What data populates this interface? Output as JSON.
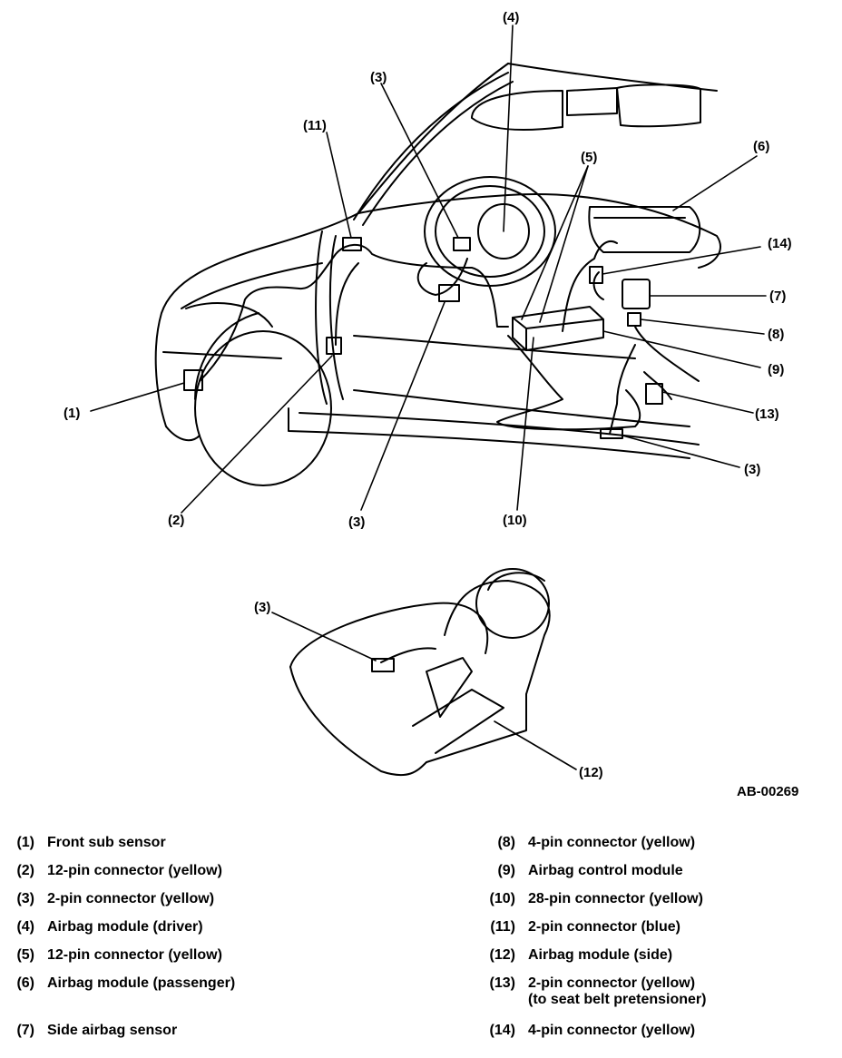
{
  "diagram": {
    "callouts": {
      "c1": "(1)",
      "c2": "(2)",
      "c3_top": "(3)",
      "c3_bottom": "(3)",
      "c3_right": "(3)",
      "c3_seat": "(3)",
      "c4": "(4)",
      "c5": "(5)",
      "c6": "(6)",
      "c7": "(7)",
      "c8": "(8)",
      "c9": "(9)",
      "c10": "(10)",
      "c11": "(11)",
      "c12": "(12)",
      "c13": "(13)",
      "c14": "(14)"
    },
    "code": "AB-00269"
  },
  "legend": {
    "left": [
      {
        "num": "(1)",
        "text": "Front sub sensor"
      },
      {
        "num": "(2)",
        "text": "12-pin connector (yellow)"
      },
      {
        "num": "(3)",
        "text": "2-pin connector (yellow)"
      },
      {
        "num": "(4)",
        "text": "Airbag module (driver)"
      },
      {
        "num": "(5)",
        "text": "12-pin connector (yellow)"
      },
      {
        "num": "(6)",
        "text": "Airbag module (passenger)"
      },
      {
        "num": "(7)",
        "text": "Side airbag sensor"
      }
    ],
    "right": [
      {
        "num": "(8)",
        "text": "4-pin connector (yellow)"
      },
      {
        "num": "(9)",
        "text": "Airbag control module"
      },
      {
        "num": "(10)",
        "text": "28-pin connector (yellow)"
      },
      {
        "num": "(11)",
        "text": "2-pin connector (blue)"
      },
      {
        "num": "(12)",
        "text": "Airbag module (side)"
      },
      {
        "num": "(13)",
        "text": "2-pin connector (yellow)",
        "text2": "(to seat belt pretensioner)"
      },
      {
        "num": "(14)",
        "text": "4-pin connector (yellow)"
      }
    ]
  }
}
